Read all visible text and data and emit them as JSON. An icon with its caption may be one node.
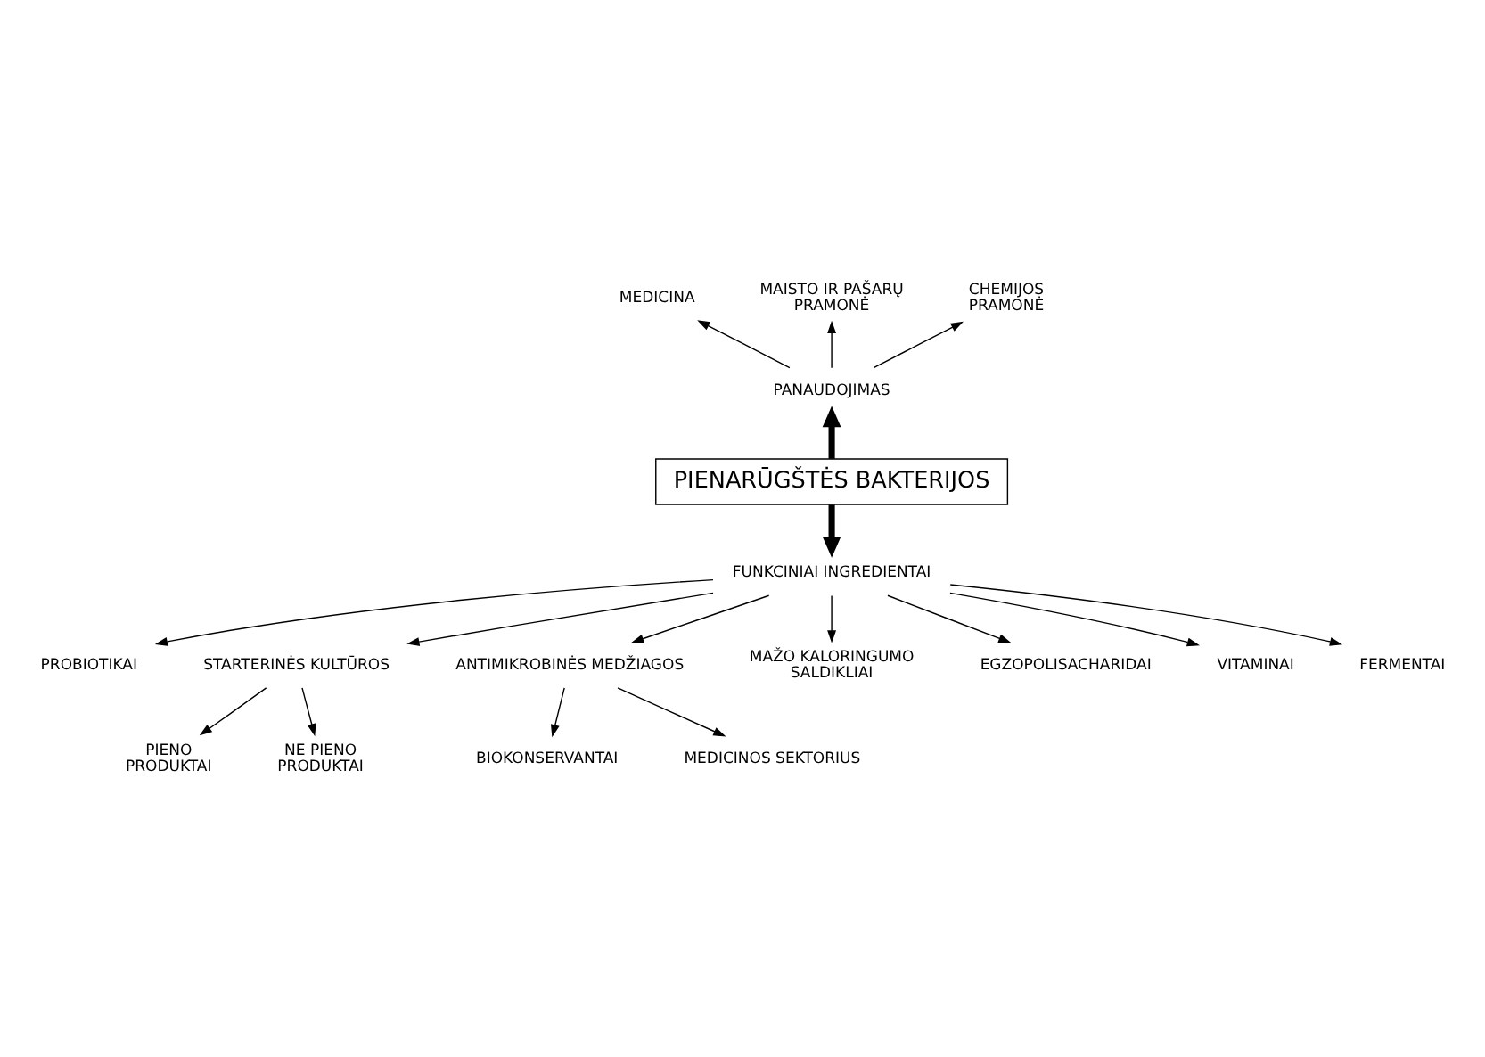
{
  "diagram": {
    "nodes": [
      {
        "text": [
          "PIENARŪGŠTĖS BAKTERIJOS"
        ]
      },
      {
        "text": [
          "PANAUDOJIMAS"
        ]
      },
      {
        "text": [
          "MEDICINA"
        ]
      },
      {
        "text": [
          "MAISTO IR PAŠARŲ PRAMONĖ"
        ]
      },
      {
        "text": [
          "CHEMIJOS PRAMONĖ"
        ]
      },
      {
        "text": [
          "FUNKCINIAI INGREDIENTAI"
        ]
      },
      {
        "text": [
          "PROBIOTIKAI"
        ]
      },
      {
        "text": [
          "STARTERINĖS KULTŪROS"
        ]
      },
      {
        "text": [
          "PIENO PRODUKTAI"
        ]
      },
      {
        "text": [
          "NE PIENO PRODUKTAI"
        ]
      },
      {
        "text": [
          "ANTIMIKROBINĖS MEDŽIAGOS"
        ]
      },
      {
        "text": [
          "BIOKONSERVANTAI"
        ]
      },
      {
        "text": [
          "MEDICINOS SEKTORIUS"
        ]
      },
      {
        "text": [
          "MAŽO KALORINGUMO SALDIKLIAI"
        ]
      },
      {
        "text": [
          "EGZOPOLISACHARIDAI"
        ]
      },
      {
        "text": [
          "VITAMINAI"
        ]
      },
      {
        "text": [
          "FERMENTAI"
        ]
      }
    ],
    "edges": [
      {
        "from": 0,
        "to": 1,
        "arrow": "to",
        "style": "thick"
      },
      {
        "from": 1,
        "to": 2,
        "arrow": "to"
      },
      {
        "from": 1,
        "to": 3,
        "arrow": "to"
      },
      {
        "from": 1,
        "to": 4,
        "arrow": "to"
      },
      {
        "from": 0,
        "to": 5,
        "arrow": "to",
        "style": "thick"
      },
      {
        "from": 5,
        "to": 6,
        "arrow": "to"
      },
      {
        "from": 5,
        "to": 7,
        "arrow": "to"
      },
      {
        "from": 7,
        "to": 8,
        "arrow": "to"
      },
      {
        "from": 7,
        "to": 9,
        "arrow": "to"
      },
      {
        "from": 5,
        "to": 10,
        "arrow": "to"
      },
      {
        "from": 10,
        "to": 11,
        "arrow": "to"
      },
      {
        "from": 10,
        "to": 12,
        "arrow": "to"
      },
      {
        "from": 5,
        "to": 13,
        "arrow": "to"
      },
      {
        "from": 5,
        "to": 14,
        "arrow": "to"
      },
      {
        "from": 5,
        "to": 15,
        "arrow": "to"
      },
      {
        "from": 5,
        "to": 16,
        "arrow": "to"
      }
    ]
  }
}
